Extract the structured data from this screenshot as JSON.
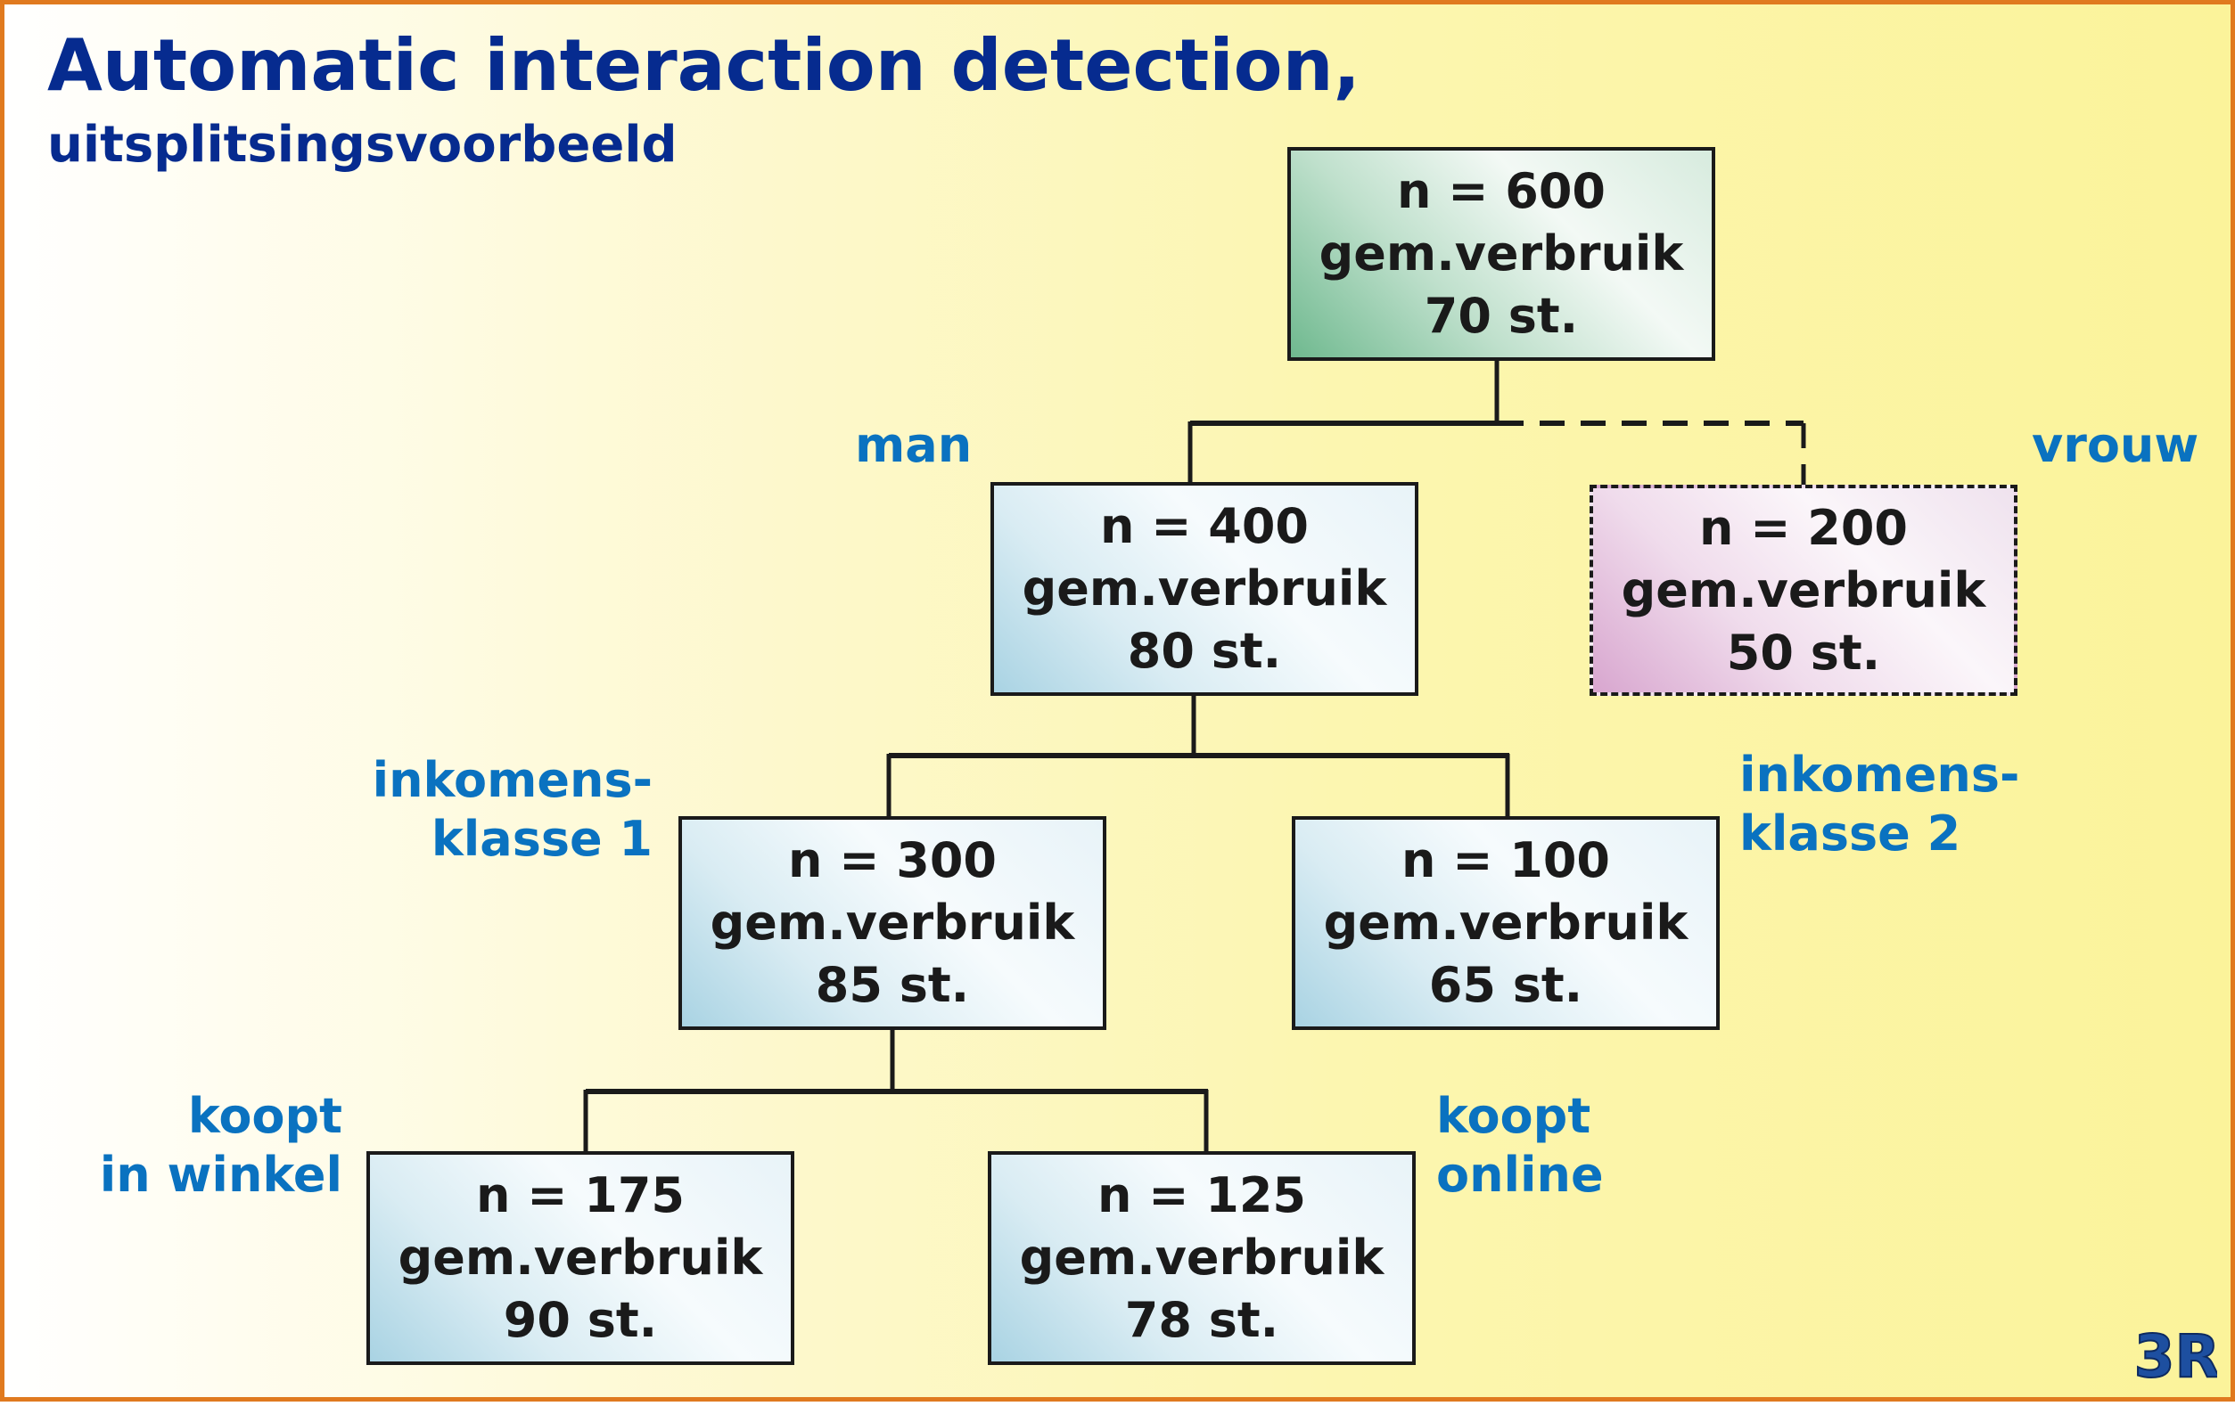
{
  "title": "Automatic interaction detection,",
  "subtitle": "uitsplitsingsvoorbeeld",
  "nodes": {
    "root": {
      "n": "n = 600",
      "label": "gem.verbruik",
      "value": "70 st."
    },
    "man": {
      "n": "n = 400",
      "label": "gem.verbruik",
      "value": "80 st."
    },
    "vrouw": {
      "n": "n = 200",
      "label": "gem.verbruik",
      "value": "50 st."
    },
    "ink1": {
      "n": "n = 300",
      "label": "gem.verbruik",
      "value": "85 st."
    },
    "ink2": {
      "n": "n = 100",
      "label": "gem.verbruik",
      "value": "65 st."
    },
    "winkel": {
      "n": "n = 175",
      "label": "gem.verbruik",
      "value": "90 st."
    },
    "online": {
      "n": "n = 125",
      "label": "gem.verbruik",
      "value": "78 st."
    }
  },
  "branch_labels": {
    "man": "man",
    "vrouw": "vrouw",
    "ink1_line1": "inkomens-",
    "ink1_line2": "klasse 1",
    "ink2_line1": "inkomens-",
    "ink2_line2": "klasse 2",
    "winkel_line1": "koopt",
    "winkel_line2": "in winkel",
    "online_line1": "koopt",
    "online_line2": "online"
  },
  "logo": {
    "text": "3R"
  },
  "colors": {
    "title": "#062b8f",
    "branch_label": "#0a72c0",
    "border": "#e07a1f",
    "logo": "#1d4fa0"
  }
}
